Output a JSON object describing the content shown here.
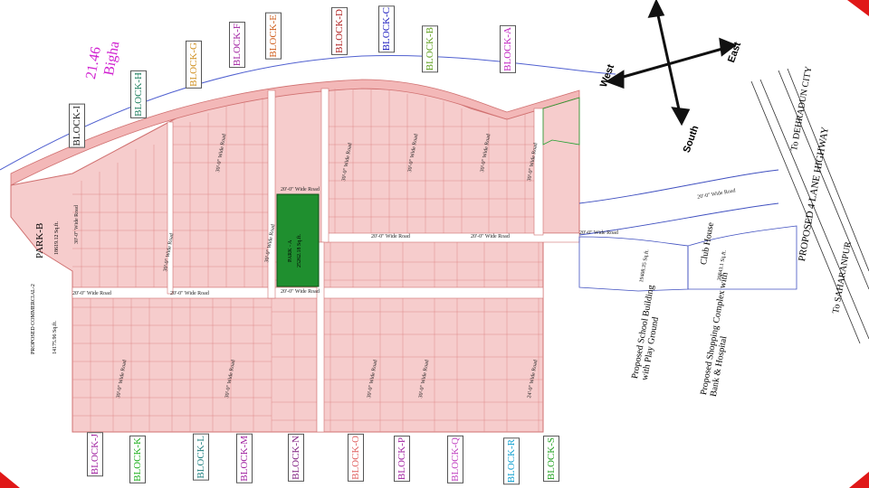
{
  "colors": {
    "plot_fill": "#f6cccc",
    "plot_line": "#e08a8a",
    "park_fill": "#1f8f2f",
    "corner_red": "#e01818",
    "block_magenta": "#c020c0",
    "block_red": "#b02020",
    "block_blue": "#2020c0",
    "block_green": "#209020",
    "block_orange": "#d07020",
    "block_cyan": "#10a0c0",
    "block_olive": "#808020",
    "block_black": "#202020"
  },
  "bigha_label": {
    "value": "21.46",
    "unit": "Bigha"
  },
  "compass": {
    "north": "",
    "west": "West",
    "east": "East",
    "south": "South"
  },
  "blocks_top": [
    {
      "id": "block-i",
      "label": "BLOCK-I",
      "color": "#202020"
    },
    {
      "id": "block-h",
      "label": "BLOCK-H",
      "color": "#208060"
    },
    {
      "id": "block-g",
      "label": "BLOCK-G",
      "color": "#d09020"
    },
    {
      "id": "block-f",
      "label": "BLOCK-F",
      "color": "#a020a0"
    },
    {
      "id": "block-e",
      "label": "BLOCK-E",
      "color": "#d06020"
    },
    {
      "id": "block-d",
      "label": "BLOCK-D",
      "color": "#b02020"
    },
    {
      "id": "block-c",
      "label": "BLOCK-C",
      "color": "#2020c0"
    },
    {
      "id": "block-b",
      "label": "BLOCK-B",
      "color": "#60a020"
    },
    {
      "id": "block-a",
      "label": "BLOCK-A",
      "color": "#c020c0"
    }
  ],
  "blocks_bottom": [
    {
      "id": "block-j",
      "label": "BLOCK-J",
      "color": "#a020a0"
    },
    {
      "id": "block-k",
      "label": "BLOCK-K",
      "color": "#20b020"
    },
    {
      "id": "block-l",
      "label": "BLOCK-L",
      "color": "#208080"
    },
    {
      "id": "block-m",
      "label": "BLOCK-M",
      "color": "#a020a0"
    },
    {
      "id": "block-n",
      "label": "BLOCK-N",
      "color": "#802080"
    },
    {
      "id": "block-o",
      "label": "BLOCK-O",
      "color": "#e06060"
    },
    {
      "id": "block-p",
      "label": "BLOCK-P",
      "color": "#a020a0"
    },
    {
      "id": "block-q",
      "label": "BLOCK-Q",
      "color": "#c040c0"
    },
    {
      "id": "block-r",
      "label": "BLOCK-R",
      "color": "#10a0d0"
    },
    {
      "id": "block-s",
      "label": "BLOCK-S",
      "color": "#20a020"
    }
  ],
  "park_b": {
    "title": "PARK-B",
    "area": "18619.12 Sq.ft."
  },
  "park_a": {
    "title": "PARK - A",
    "area": "25262.18 Sq.ft."
  },
  "commercial": {
    "title": "PROPOSED COMMERCIAL-2",
    "area": "14175.96 Sq.ft."
  },
  "road_labels": {
    "r30_wide": "30'-0\" Wide Road",
    "r20_wide": "20'-0\" Wide Road",
    "r24_wide": "24'-0\" Wide Road"
  },
  "right_labels": {
    "highway": "PROPOSED 4 LANE HIGHWAY",
    "to_dehradun": "To DEHRADUN CITY",
    "to_saharanpur": "To SAHARANPUR",
    "club_house": "Club House",
    "school": "Proposed School Building with Play Ground",
    "shopping": "Proposed Shopping Complex with Bank & Hospital",
    "school_area": "19408.35 Sq.ft.",
    "shopping_area": "30843.1 Sq.ft."
  }
}
